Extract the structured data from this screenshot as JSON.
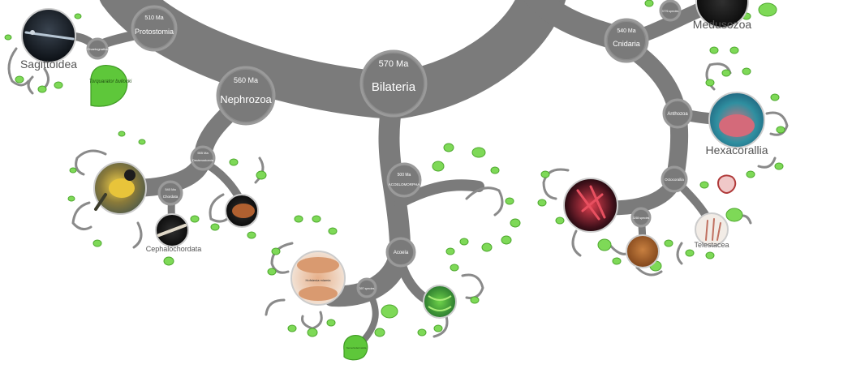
{
  "nodes": {
    "bilateria": {
      "age": "570 Ma",
      "name": "Bilateria"
    },
    "nephrozoa": {
      "age": "560 Ma",
      "name": "Nephrozoa"
    },
    "protostomia": {
      "age": "510 Ma",
      "name": "Protostomia"
    },
    "chaetognatha": {
      "name": "Chaetognatha"
    },
    "deuterostomia": {
      "age": "555 Ma",
      "name": "Deuterostomia"
    },
    "chordata": {
      "age": "540 Ma",
      "name": "Chordata"
    },
    "acoelomorpha": {
      "age": "500 Ma",
      "name": "ACOELOMORPHA"
    },
    "acoela": {
      "name": "Acoela"
    },
    "acoela_species": {
      "name": "397 species"
    },
    "cnidaria": {
      "age": "540 Ma",
      "name": "Cnidaria"
    },
    "medusozoa_species": {
      "name": "3776 species"
    },
    "anthozoa": {
      "name": "Anthozoa"
    },
    "octocorallia": {
      "name": "Octocorallia"
    },
    "octocorallia_species": {
      "name": "3265 species"
    }
  },
  "clades": {
    "sagittoidea": "Sagittoidea",
    "medusozoa": "Medusozoa",
    "hexacorallia": "Hexacorallia",
    "cephalochordata": "Cephalochordata",
    "telestacea": "Telestacea"
  },
  "leaves": {
    "torquaratoridae": "Torquarator bullocki",
    "nemertodermatida": "Nemertodermatida"
  },
  "photo_caption": "Hofstenia miamia"
}
